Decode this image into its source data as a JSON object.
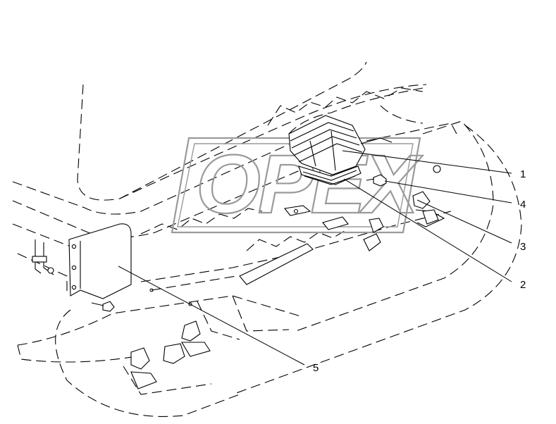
{
  "watermark": {
    "text": "OPEX"
  },
  "callouts": [
    {
      "id": "1",
      "label": "1"
    },
    {
      "id": "4",
      "label": "4"
    },
    {
      "id": "3",
      "label": "3"
    },
    {
      "id": "2",
      "label": "2"
    },
    {
      "id": "5",
      "label": "5"
    }
  ]
}
